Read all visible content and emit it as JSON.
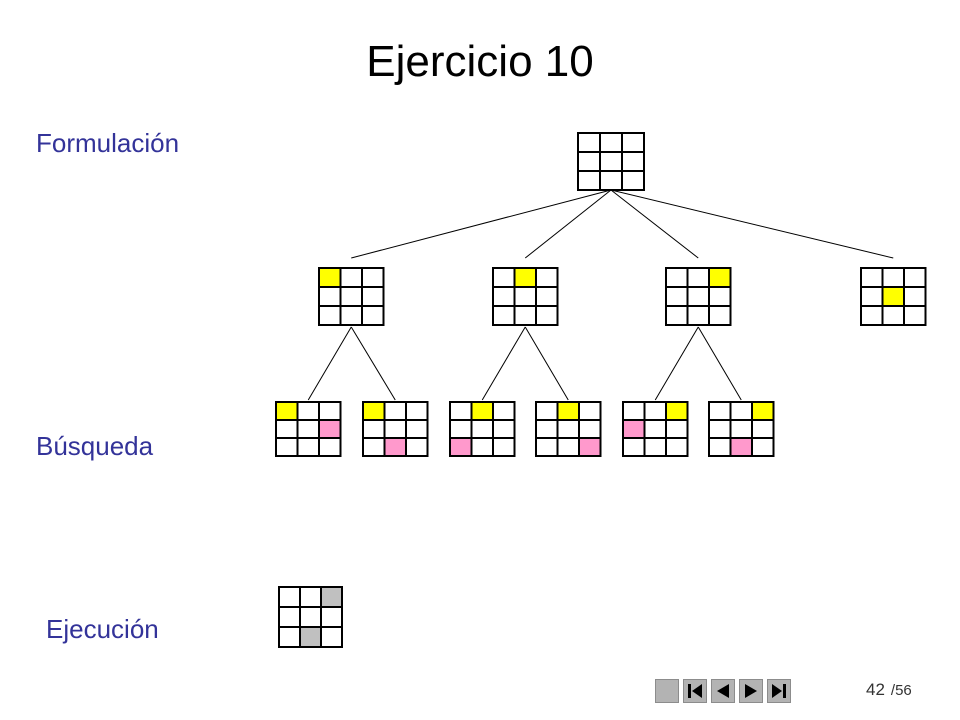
{
  "slide": {
    "title": "Ejercicio 10",
    "labels": {
      "formulacion": "Formulación",
      "busqueda": "Búsqueda",
      "ejecucion": "Ejecución"
    },
    "page": {
      "current": "42",
      "total": "/56"
    }
  },
  "colors": {
    "line": "#000000",
    "yellow": "#ffff00",
    "pink": "#ff99cc",
    "gray": "#c0c0c0",
    "label": "#333399"
  },
  "tree": {
    "root": {
      "cells": []
    },
    "level1": [
      {
        "cells": [
          {
            "r": 0,
            "c": 0,
            "color": "yellow"
          }
        ]
      },
      {
        "cells": [
          {
            "r": 0,
            "c": 1,
            "color": "yellow"
          }
        ]
      },
      {
        "cells": [
          {
            "r": 0,
            "c": 2,
            "color": "yellow"
          }
        ]
      },
      {
        "cells": [
          {
            "r": 1,
            "c": 1,
            "color": "yellow"
          }
        ]
      }
    ],
    "level2": [
      {
        "parent": 0,
        "cells": [
          {
            "r": 0,
            "c": 0,
            "color": "yellow"
          },
          {
            "r": 1,
            "c": 2,
            "color": "pink"
          }
        ]
      },
      {
        "parent": 0,
        "cells": [
          {
            "r": 0,
            "c": 0,
            "color": "yellow"
          },
          {
            "r": 2,
            "c": 1,
            "color": "pink"
          }
        ]
      },
      {
        "parent": 1,
        "cells": [
          {
            "r": 0,
            "c": 1,
            "color": "yellow"
          },
          {
            "r": 2,
            "c": 0,
            "color": "pink"
          }
        ]
      },
      {
        "parent": 1,
        "cells": [
          {
            "r": 0,
            "c": 1,
            "color": "yellow"
          },
          {
            "r": 2,
            "c": 2,
            "color": "pink"
          }
        ]
      },
      {
        "parent": 2,
        "cells": [
          {
            "r": 0,
            "c": 2,
            "color": "yellow"
          },
          {
            "r": 1,
            "c": 0,
            "color": "pink"
          }
        ]
      },
      {
        "parent": 2,
        "cells": [
          {
            "r": 0,
            "c": 2,
            "color": "yellow"
          },
          {
            "r": 2,
            "c": 1,
            "color": "pink"
          }
        ]
      }
    ],
    "execution": {
      "cells": [
        {
          "r": 0,
          "c": 2,
          "color": "gray"
        },
        {
          "r": 2,
          "c": 1,
          "color": "gray"
        }
      ]
    }
  },
  "nav": [
    {
      "name": "nav-blank-button",
      "icon": "blank-icon"
    },
    {
      "name": "nav-first-button",
      "icon": "first-page-icon"
    },
    {
      "name": "nav-prev-button",
      "icon": "prev-page-icon"
    },
    {
      "name": "nav-next-button",
      "icon": "next-page-icon"
    },
    {
      "name": "nav-last-button",
      "icon": "last-page-icon"
    }
  ]
}
